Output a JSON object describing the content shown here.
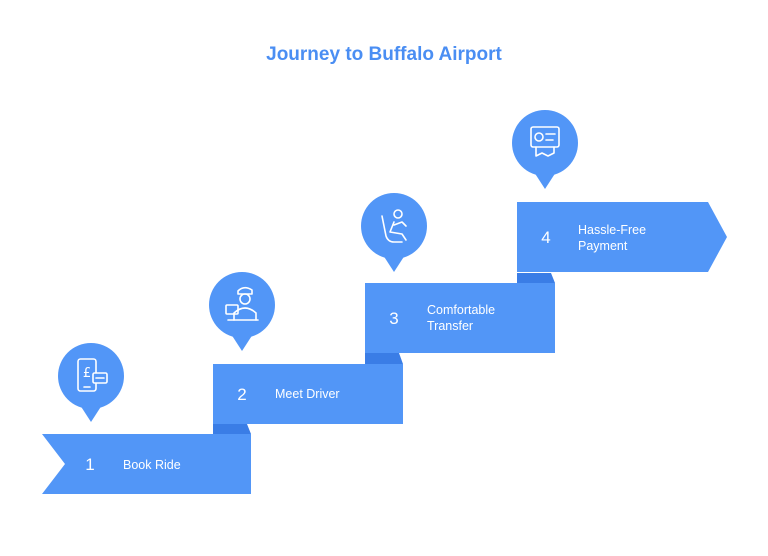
{
  "title": "Journey to Buffalo Airport",
  "colors": {
    "title": "#4a8ef3",
    "step_fill": "#5296f7",
    "step_fold": "#3a7de6",
    "pin_fill": "#5296f7",
    "icon_stroke": "#ffffff"
  },
  "steps": [
    {
      "number": "1",
      "label_lines": [
        "Book Ride"
      ],
      "icon": "phone-pound-card-icon"
    },
    {
      "number": "2",
      "label_lines": [
        "Meet Driver"
      ],
      "icon": "driver-with-sign-icon"
    },
    {
      "number": "3",
      "label_lines": [
        "Comfortable",
        "Transfer"
      ],
      "icon": "seated-passenger-icon"
    },
    {
      "number": "4",
      "label_lines": [
        "Hassle-Free",
        "Payment"
      ],
      "icon": "payment-terminal-icon"
    }
  ]
}
